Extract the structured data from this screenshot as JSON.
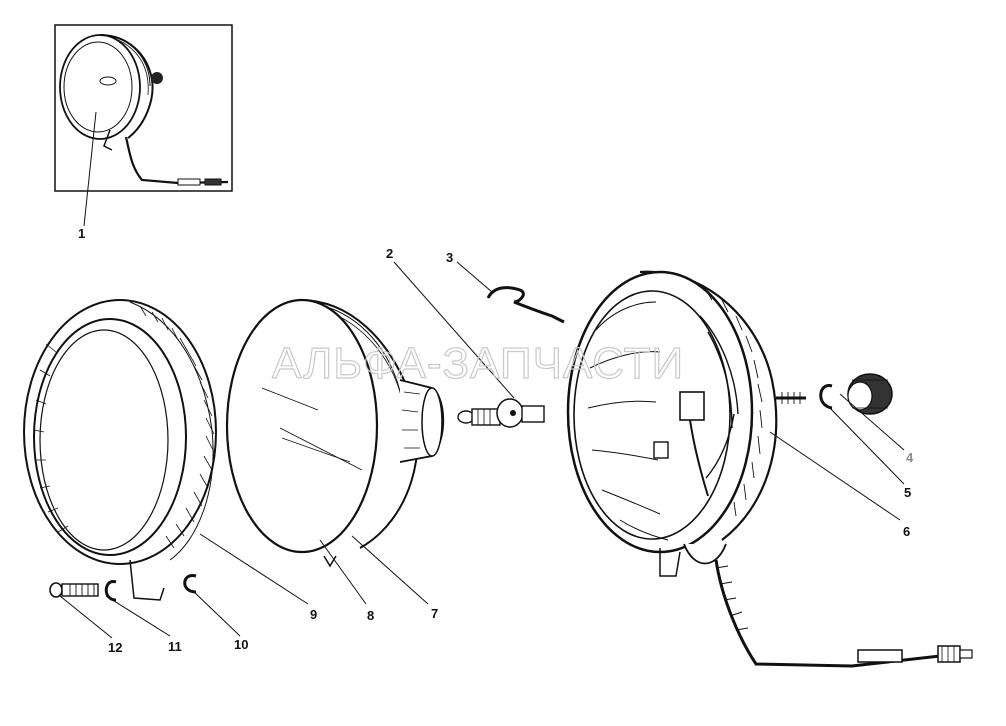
{
  "watermark": "АЛЬФА-ЗАПЧАСТИ",
  "callouts": [
    {
      "id": "1",
      "text": "1",
      "tone": "dark"
    },
    {
      "id": "2",
      "text": "2",
      "tone": "dark"
    },
    {
      "id": "3",
      "text": "3",
      "tone": "dark"
    },
    {
      "id": "4",
      "text": "4",
      "tone": "grey"
    },
    {
      "id": "5",
      "text": "5",
      "tone": "dark"
    },
    {
      "id": "6",
      "text": "6",
      "tone": "dark"
    },
    {
      "id": "7",
      "text": "7",
      "tone": "dark"
    },
    {
      "id": "8",
      "text": "8",
      "tone": "dark"
    },
    {
      "id": "9",
      "text": "9",
      "tone": "dark"
    },
    {
      "id": "10",
      "text": "10",
      "tone": "dark"
    },
    {
      "id": "11",
      "text": "11",
      "tone": "dark"
    },
    {
      "id": "12",
      "text": "12",
      "tone": "dark"
    }
  ]
}
